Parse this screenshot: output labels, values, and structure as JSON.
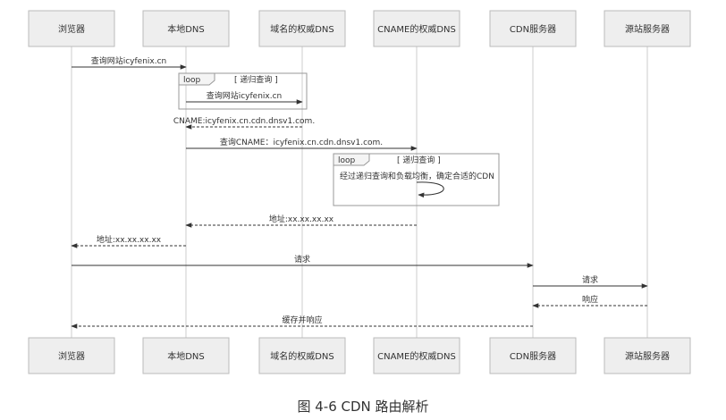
{
  "participants": [
    {
      "id": "browser",
      "label": "浏览器"
    },
    {
      "id": "local_dns",
      "label": "本地DNS"
    },
    {
      "id": "auth_dns",
      "label": "域名的权威DNS"
    },
    {
      "id": "cname_dns",
      "label": "CNAME的权威DNS"
    },
    {
      "id": "cdn_server",
      "label": "CDN服务器"
    },
    {
      "id": "origin",
      "label": "源站服务器"
    }
  ],
  "messages": [
    {
      "from": "browser",
      "to": "local_dns",
      "label": "查询网站icyfenix.cn",
      "style": "solid"
    },
    {
      "from": "local_dns",
      "to": "auth_dns",
      "label": "查询网站icyfenix.cn",
      "style": "solid"
    },
    {
      "from": "auth_dns",
      "to": "local_dns",
      "label": "CNAME:icyfenix.cn.cdn.dnsv1.com.",
      "style": "dashed"
    },
    {
      "from": "local_dns",
      "to": "cname_dns",
      "label": "查询CNAME：icyfenix.cn.cdn.dnsv1.com.",
      "style": "solid"
    },
    {
      "from": "cname_dns",
      "to": "cname_dns",
      "label": "经过递归查询和负载均衡，确定合适的CDN",
      "style": "self"
    },
    {
      "from": "cname_dns",
      "to": "local_dns",
      "label": "地址:xx.xx.xx.xx",
      "style": "dashed"
    },
    {
      "from": "local_dns",
      "to": "browser",
      "label": "地址:xx.xx.xx.xx",
      "style": "dashed"
    },
    {
      "from": "browser",
      "to": "cdn_server",
      "label": "请求",
      "style": "solid"
    },
    {
      "from": "cdn_server",
      "to": "origin",
      "label": "请求",
      "style": "solid"
    },
    {
      "from": "origin",
      "to": "cdn_server",
      "label": "响应",
      "style": "dashed"
    },
    {
      "from": "cdn_server",
      "to": "browser",
      "label": "缓存并响应",
      "style": "dashed"
    }
  ],
  "fragments": [
    {
      "type": "loop",
      "condition": "[ 递归查询 ]"
    },
    {
      "type": "loop",
      "condition": "[ 递归查询 ]"
    }
  ],
  "caption": "图 4-6 CDN 路由解析",
  "colors": {
    "box_fill": "#eeeeee",
    "box_stroke": "#bbbbbb",
    "lifeline": "#cccccc",
    "arrow": "#333333",
    "text": "#333333"
  }
}
